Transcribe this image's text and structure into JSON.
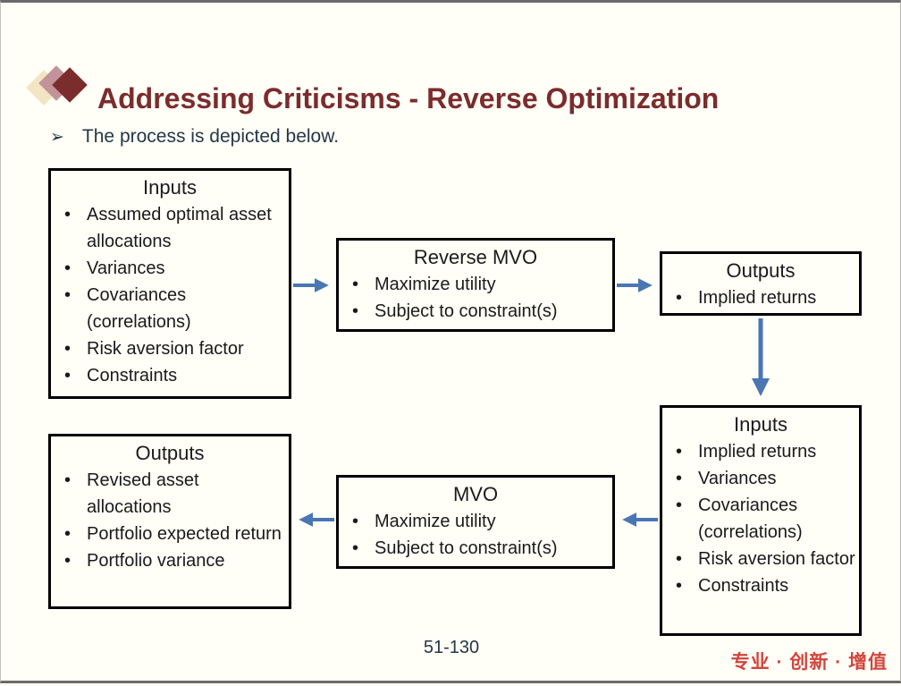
{
  "slide": {
    "title": "Addressing Criticisms - Reverse Optimization",
    "bullet_glyph": "➢",
    "bullet_text": "The process is depicted below.",
    "page_number": "51-130",
    "footer_logo_text": "专业 · 创新 · 增值",
    "colors": {
      "title_red": "#7b2c2c",
      "body_navy": "#253746",
      "box_border": "#000000",
      "arrow_blue": "#4a76b4",
      "logo_red": "#d2453c",
      "diamond_cream": "#f3e4c2",
      "diamond_mauve": "#c29398",
      "diamond_dark_red": "#7b2c2c",
      "background": "#fffef7"
    }
  },
  "diagram": {
    "boxes": [
      {
        "id": "inputs-top",
        "title": "Inputs",
        "items": [
          "Assumed optimal asset allocations",
          "Variances",
          "Covariances (correlations)",
          "Risk aversion factor",
          "Constraints"
        ]
      },
      {
        "id": "reverse-mvo",
        "title": "Reverse MVO",
        "items": [
          "Maximize utility",
          "Subject to constraint(s)"
        ]
      },
      {
        "id": "outputs-top",
        "title": "Outputs",
        "items": [
          "Implied returns"
        ]
      },
      {
        "id": "inputs-right",
        "title": "Inputs",
        "items": [
          "Implied returns",
          "Variances",
          "Covariances (correlations)",
          "Risk aversion factor",
          "Constraints"
        ]
      },
      {
        "id": "mvo",
        "title": "MVO",
        "items": [
          "Maximize utility",
          "Subject to constraint(s)"
        ]
      },
      {
        "id": "outputs-bottom",
        "title": "Outputs",
        "items": [
          "Revised asset allocations",
          "Portfolio expected return",
          "Portfolio variance"
        ]
      }
    ],
    "arrows": [
      {
        "from": "inputs-top",
        "to": "reverse-mvo",
        "direction": "right"
      },
      {
        "from": "reverse-mvo",
        "to": "outputs-top",
        "direction": "right"
      },
      {
        "from": "outputs-top",
        "to": "inputs-right",
        "direction": "down"
      },
      {
        "from": "inputs-right",
        "to": "mvo",
        "direction": "left"
      },
      {
        "from": "mvo",
        "to": "outputs-bottom",
        "direction": "left"
      }
    ]
  }
}
